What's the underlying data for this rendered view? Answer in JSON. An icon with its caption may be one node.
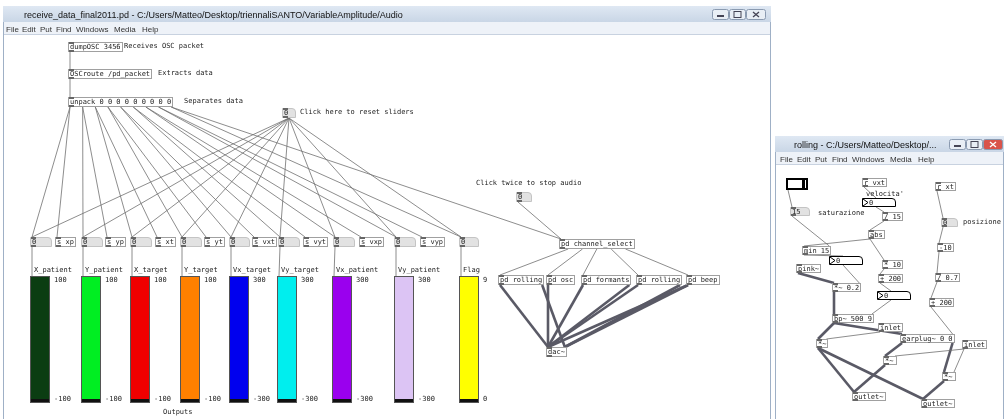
{
  "diagram": {
    "nodes": [
      {
        "text": [
          "dumpOSC 3456"
        ],
        "beside": [
          "Receives OSC packet"
        ]
      },
      {
        "text": [
          "OSCroute /pd_packet"
        ],
        "beside": [
          "Extracts data"
        ]
      },
      {
        "text": [
          "unpack 0 0 0 0 0 0 0 0 0"
        ],
        "beside": [
          "Separates data"
        ]
      },
      {
        "text": [
          "0"
        ],
        "beside": [
          "Click here to reset sliders"
        ]
      },
      {
        "text": [
          "0"
        ]
      },
      {
        "text": [
          "s xp"
        ]
      },
      {
        "text": [
          "0"
        ]
      },
      {
        "text": [
          "s yp"
        ]
      },
      {
        "text": [
          "0"
        ]
      },
      {
        "text": [
          "s xt"
        ]
      },
      {
        "text": [
          "0"
        ]
      },
      {
        "text": [
          "s yt"
        ]
      },
      {
        "text": [
          "0"
        ]
      },
      {
        "text": [
          "s vxt"
        ]
      },
      {
        "text": [
          "0"
        ]
      },
      {
        "text": [
          "s vyt"
        ]
      },
      {
        "text": [
          "0"
        ]
      },
      {
        "text": [
          "s vxp"
        ]
      },
      {
        "text": [
          "0"
        ]
      },
      {
        "text": [
          "s vyp"
        ]
      },
      {
        "text": [
          "0"
        ]
      },
      {
        "text": [
          "X_patient"
        ],
        "beside": [
          "100",
          "-100"
        ]
      },
      {
        "text": [
          "Y_patient"
        ],
        "beside": [
          "100",
          "-100"
        ]
      },
      {
        "text": [
          "X_target"
        ],
        "beside": [
          "100",
          "-100"
        ]
      },
      {
        "text": [
          "Y_target"
        ],
        "beside": [
          "100",
          "-100"
        ]
      },
      {
        "text": [
          "Vx_target"
        ],
        "beside": [
          "300",
          "-300"
        ]
      },
      {
        "text": [
          "Vy_target"
        ],
        "beside": [
          "300",
          "-300"
        ]
      },
      {
        "text": [
          "Vx_patient"
        ],
        "beside": [
          "300",
          "-300"
        ]
      },
      {
        "text": [
          "Vy_patient"
        ],
        "beside": [
          "300",
          "-300"
        ]
      },
      {
        "text": [
          "Flag"
        ],
        "beside": [
          "9",
          "0"
        ]
      },
      {
        "text": [
          "0"
        ],
        "beside": [
          "Click twice to stop audio"
        ]
      },
      {
        "text": [
          "pd channel_select"
        ]
      },
      {
        "text": [
          "pd rolling"
        ]
      },
      {
        "text": [
          "pd osc"
        ]
      },
      {
        "text": [
          "pd formants"
        ]
      },
      {
        "text": [
          "pd rolling"
        ]
      },
      {
        "text": [
          "pd beep"
        ]
      },
      {
        "text": [
          "dac~"
        ]
      },
      {
        "text": [],
        "shape": "bar"
      },
      {
        "text": [
          "15"
        ]
      },
      {
        "text": [
          "r vxt"
        ]
      },
      {
        "text": [
          "0"
        ],
        "beside": [
          "velocita'"
        ]
      },
      {
        "text": [
          "/ 15"
        ]
      },
      {
        "text": [
          "abs"
        ]
      },
      {
        "text": [
          "min 15"
        ]
      },
      {
        "text": [
          "0"
        ]
      },
      {
        "text": [
          "pink~"
        ]
      },
      {
        "text": [
          "* 10"
        ]
      },
      {
        "text": [
          "+ 200"
        ]
      },
      {
        "text": [
          "*~ 0.2"
        ]
      },
      {
        "text": [
          "0"
        ]
      },
      {
        "text": [
          "bp~ 500 9"
        ]
      },
      {
        "text": [
          "inlet"
        ]
      },
      {
        "text": [
          "r xt"
        ]
      },
      {
        "text": [
          "0"
        ],
        "beside": [
          "posizione"
        ]
      },
      {
        "text": [
          "-10"
        ]
      },
      {
        "text": [
          "/ 0.7"
        ]
      },
      {
        "text": [
          "+ 200"
        ]
      },
      {
        "text": [
          "earplug~ 0 0"
        ]
      },
      {
        "text": [
          "inlet"
        ]
      },
      {
        "text": [
          "*~"
        ]
      },
      {
        "text": [
          "*~"
        ]
      },
      {
        "text": [
          "*~"
        ]
      },
      {
        "text": [
          "outlet~"
        ]
      },
      {
        "text": [
          "outlet~"
        ]
      }
    ],
    "edges": [
      {
        "from": 0,
        "to": 1,
        "arrow": "none"
      },
      {
        "from": 1,
        "to": 2,
        "arrow": "none"
      },
      {
        "from": 2,
        "to": 4,
        "arrow": "none"
      },
      {
        "from": 2,
        "to": 5,
        "arrow": "none"
      },
      {
        "from": 2,
        "to": 6,
        "arrow": "none"
      },
      {
        "from": 2,
        "to": 7,
        "arrow": "none"
      },
      {
        "from": 2,
        "to": 8,
        "arrow": "none"
      },
      {
        "from": 2,
        "to": 9,
        "arrow": "none"
      },
      {
        "from": 2,
        "to": 10,
        "arrow": "none"
      },
      {
        "from": 2,
        "to": 11,
        "arrow": "none"
      },
      {
        "from": 2,
        "to": 12,
        "arrow": "none"
      },
      {
        "from": 2,
        "to": 13,
        "arrow": "none"
      },
      {
        "from": 2,
        "to": 14,
        "arrow": "none"
      },
      {
        "from": 2,
        "to": 15,
        "arrow": "none"
      },
      {
        "from": 2,
        "to": 16,
        "arrow": "none"
      },
      {
        "from": 2,
        "to": 17,
        "arrow": "none"
      },
      {
        "from": 2,
        "to": 18,
        "arrow": "none"
      },
      {
        "from": 2,
        "to": 19,
        "arrow": "none"
      },
      {
        "from": 2,
        "to": 20,
        "arrow": "none"
      },
      {
        "from": 2,
        "to": 31,
        "arrow": "none"
      },
      {
        "from": 3,
        "to": 4,
        "arrow": "none"
      },
      {
        "from": 3,
        "to": 6,
        "arrow": "none"
      },
      {
        "from": 3,
        "to": 8,
        "arrow": "none"
      },
      {
        "from": 3,
        "to": 10,
        "arrow": "none"
      },
      {
        "from": 3,
        "to": 12,
        "arrow": "none"
      },
      {
        "from": 3,
        "to": 14,
        "arrow": "none"
      },
      {
        "from": 3,
        "to": 16,
        "arrow": "none"
      },
      {
        "from": 3,
        "to": 18,
        "arrow": "none"
      },
      {
        "from": 3,
        "to": 20,
        "arrow": "none"
      },
      {
        "from": 4,
        "to": 21,
        "arrow": "none"
      },
      {
        "from": 6,
        "to": 22,
        "arrow": "none"
      },
      {
        "from": 8,
        "to": 23,
        "arrow": "none"
      },
      {
        "from": 10,
        "to": 24,
        "arrow": "none"
      },
      {
        "from": 12,
        "to": 25,
        "arrow": "none"
      },
      {
        "from": 14,
        "to": 26,
        "arrow": "none"
      },
      {
        "from": 16,
        "to": 27,
        "arrow": "none"
      },
      {
        "from": 18,
        "to": 28,
        "arrow": "none"
      },
      {
        "from": 20,
        "to": 29,
        "arrow": "none"
      },
      {
        "from": 30,
        "to": 31,
        "arrow": "none"
      },
      {
        "from": 31,
        "to": 32,
        "arrow": "none"
      },
      {
        "from": 31,
        "to": 33,
        "arrow": "none"
      },
      {
        "from": 31,
        "to": 34,
        "arrow": "none"
      },
      {
        "from": 31,
        "to": 35,
        "arrow": "none"
      },
      {
        "from": 31,
        "to": 36,
        "arrow": "none"
      },
      {
        "from": 32,
        "to": 37,
        "arrow": "none",
        "style": "thick"
      },
      {
        "from": 32,
        "to": 37,
        "arrow": "none",
        "style": "thick"
      },
      {
        "from": 33,
        "to": 37,
        "arrow": "none",
        "style": "thick"
      },
      {
        "from": 34,
        "to": 37,
        "arrow": "none",
        "style": "thick"
      },
      {
        "from": 34,
        "to": 37,
        "arrow": "none",
        "style": "thick"
      },
      {
        "from": 35,
        "to": 37,
        "arrow": "none",
        "style": "thick"
      },
      {
        "from": 35,
        "to": 37,
        "arrow": "none",
        "style": "thick"
      },
      {
        "from": 36,
        "to": 37,
        "arrow": "none",
        "style": "thick"
      },
      {
        "from": 36,
        "to": 37,
        "arrow": "none",
        "style": "thick"
      },
      {
        "from": 38,
        "to": 39,
        "arrow": "none"
      },
      {
        "from": 39,
        "to": 44,
        "arrow": "none"
      },
      {
        "from": 40,
        "to": 41,
        "arrow": "none"
      },
      {
        "from": 41,
        "to": 42,
        "arrow": "none"
      },
      {
        "from": 42,
        "to": 43,
        "arrow": "none"
      },
      {
        "from": 43,
        "to": 44,
        "arrow": "none"
      },
      {
        "from": 43,
        "to": 47,
        "arrow": "none"
      },
      {
        "from": 44,
        "to": 45,
        "arrow": "none"
      },
      {
        "from": 45,
        "to": 49,
        "arrow": "none"
      },
      {
        "from": 46,
        "to": 49,
        "arrow": "none",
        "style": "thick"
      },
      {
        "from": 47,
        "to": 48,
        "arrow": "none"
      },
      {
        "from": 48,
        "to": 50,
        "arrow": "none"
      },
      {
        "from": 50,
        "to": 51,
        "arrow": "none"
      },
      {
        "from": 49,
        "to": 51,
        "arrow": "none",
        "style": "thick"
      },
      {
        "from": 51,
        "to": 60,
        "arrow": "none",
        "style": "thick"
      },
      {
        "from": 51,
        "to": 58,
        "arrow": "none",
        "style": "thick"
      },
      {
        "from": 52,
        "to": 60,
        "arrow": "none"
      },
      {
        "from": 53,
        "to": 54,
        "arrow": "none"
      },
      {
        "from": 54,
        "to": 55,
        "arrow": "none"
      },
      {
        "from": 55,
        "to": 56,
        "arrow": "none"
      },
      {
        "from": 56,
        "to": 57,
        "arrow": "none"
      },
      {
        "from": 57,
        "to": 58,
        "arrow": "none"
      },
      {
        "from": 58,
        "to": 61,
        "arrow": "none",
        "style": "thick"
      },
      {
        "from": 58,
        "to": 62,
        "arrow": "none",
        "style": "thick"
      },
      {
        "from": 59,
        "to": 61,
        "arrow": "none"
      },
      {
        "from": 59,
        "to": 62,
        "arrow": "none"
      },
      {
        "from": 60,
        "to": 63,
        "arrow": "none",
        "style": "thick"
      },
      {
        "from": 60,
        "to": 64,
        "arrow": "none",
        "style": "thick"
      },
      {
        "from": 61,
        "to": 63,
        "arrow": "none",
        "style": "thick"
      },
      {
        "from": 62,
        "to": 64,
        "arrow": "none",
        "style": "thick"
      }
    ],
    "labels": [
      "receive_data_final2011.pd - C:/Users/Matteo/Desktop/triennaliSANTO/VariableAmplitude/Audio",
      "File",
      "Edit",
      "Put",
      "Find",
      "Windows",
      "Media",
      "Help",
      "Outputs",
      "rolling - C:/Users/Matteo/Desktop/...",
      "File",
      "Edit",
      "Put",
      "Find",
      "Windows",
      "Media",
      "Help",
      "saturazione"
    ]
  }
}
